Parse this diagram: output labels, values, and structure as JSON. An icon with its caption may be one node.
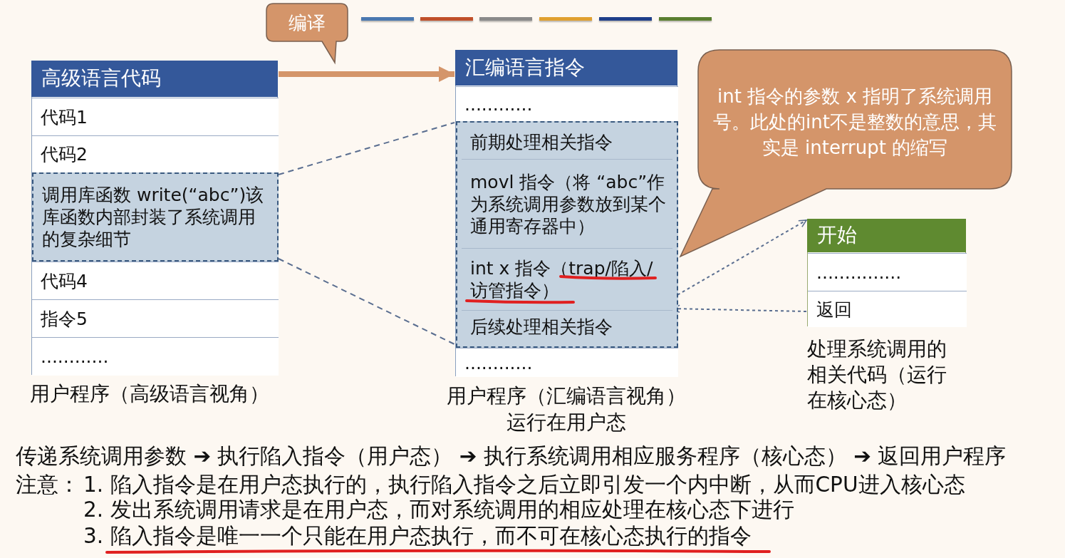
{
  "diagram": {
    "nodes": [
      {
        "text": [
          "高级语言代码"
        ],
        "beside": [
          "用户程序（高级语言视角）"
        ]
      },
      {
        "text": [
          "代码1"
        ],
        "in": 0
      },
      {
        "text": [
          "代码2"
        ],
        "in": 0
      },
      {
        "text": [
          "调用库函数 write(“abc”)该库函数内部封装了系统调用的复杂细节"
        ],
        "in": 0
      },
      {
        "text": [
          "代码4"
        ],
        "in": 0
      },
      {
        "text": [
          "指令5"
        ],
        "in": 0
      },
      {
        "text": [
          "............"
        ],
        "in": 0
      },
      {
        "text": [
          "编译"
        ]
      },
      {
        "text": [
          "汇编语言指令"
        ],
        "beside": [
          "用户程序（汇编语言视角）",
          "运行在用户态"
        ]
      },
      {
        "text": [
          "............"
        ],
        "in": 8
      },
      {
        "text": [],
        "shape": "box",
        "in": 8
      },
      {
        "text": [
          "前期处理相关指令"
        ],
        "in": 10
      },
      {
        "text": [
          "movl 指令（将 “abc”作为系统调用参数放到某个通用寄存器中）"
        ],
        "in": 10
      },
      {
        "text": [
          "int x 指令（trap/陷入/访管指令）"
        ],
        "in": 10
      },
      {
        "text": [
          "后续处理相关指令"
        ],
        "in": 10
      },
      {
        "text": [
          "............"
        ],
        "in": 8
      },
      {
        "text": [
          "int 指令的参数 x 指明了系统调用号。此处的int不是整数的意思，其实是 interrupt 的缩写"
        ]
      },
      {
        "text": [
          "开始"
        ],
        "beside": [
          "处理系统调用的相关代码（运行在核心态）"
        ]
      },
      {
        "text": [
          "..............."
        ],
        "in": 17
      },
      {
        "text": [
          "返回"
        ],
        "in": 17
      }
    ],
    "edges": [
      {
        "from": 0,
        "to": 8,
        "arrow": "to",
        "style": "thick",
        "color": "#d4956a"
      },
      {
        "from": 3,
        "to": 10,
        "arrow": "none",
        "style": "dashed"
      },
      {
        "from": 13,
        "to": 17,
        "arrow": "to",
        "style": "dashed"
      },
      {
        "from": 19,
        "to": 14,
        "arrow": "to",
        "style": "dashed"
      }
    ],
    "labels": [
      "传递系统调用参数 ➔ 执行陷入指令（用户态） ➔ 执行系统调用相应服务程序（核心态） ➔ 返回用户程序",
      "注意：",
      "1. 陷入指令是在用户态执行的，执行陷入指令之后立即引发一个内中断，从而CPU进入核心态",
      "2. 发出系统调用请求是在用户态，而对系统调用的相应处理在核心态下进行",
      "3. 陷入指令是唯一一个只能在用户态执行，而不可在核心态执行的指令"
    ]
  }
}
